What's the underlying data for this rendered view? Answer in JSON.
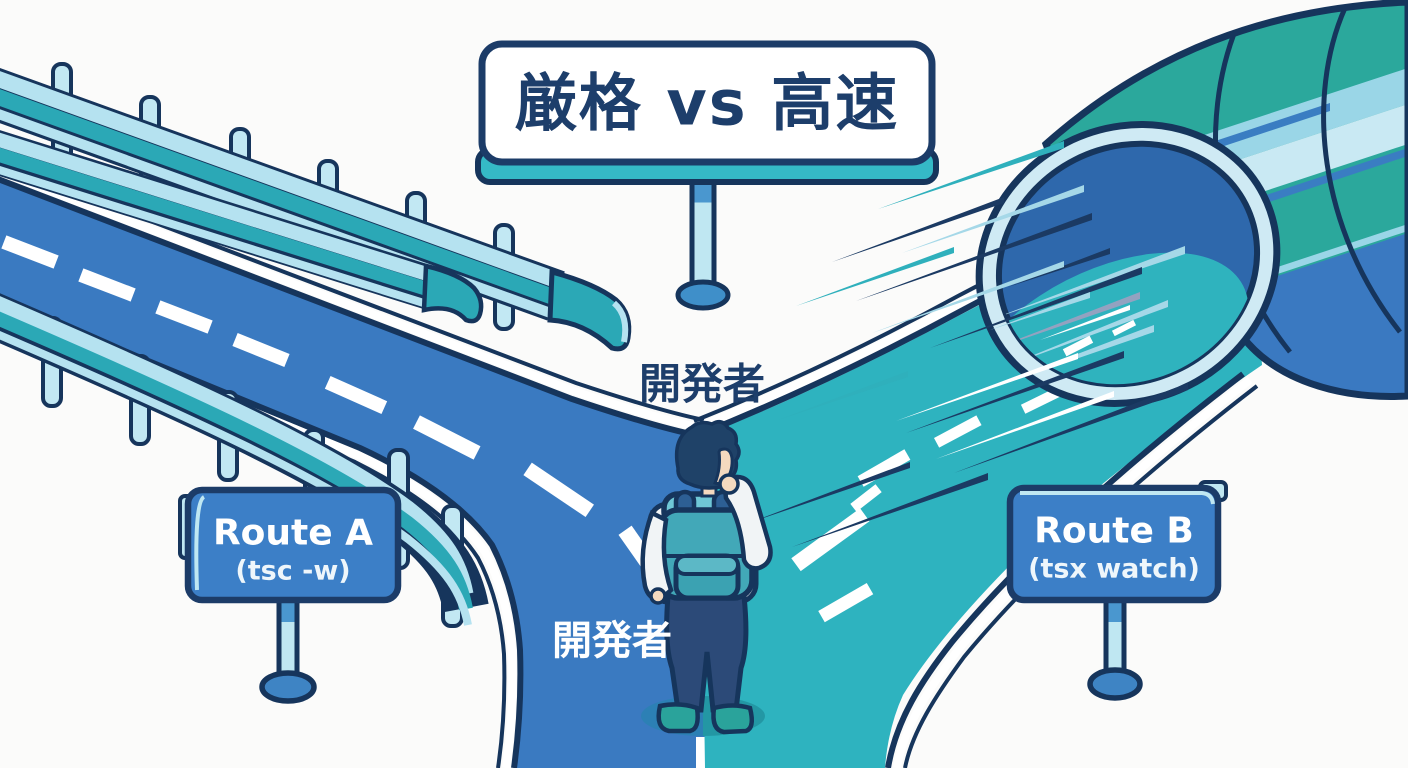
{
  "scene": {
    "title_sign": {
      "label": "厳格 vs 高速"
    },
    "fork_labels": {
      "top": "開発者",
      "bottom": "開発者"
    },
    "route_a_sign": {
      "title": "Route A",
      "subtitle": "(tsc -w)"
    },
    "route_b_sign": {
      "title": "Route B",
      "subtitle": "(tsx watch)"
    },
    "roads": {
      "left_color": "#3a7ac1",
      "right_color": "#2eb3bf"
    },
    "colors": {
      "outline_navy": "#16355c",
      "text_navy": "#1d3e6b",
      "sign_blue": "#3c7fc7",
      "sign_post_light": "#bfe7f2",
      "sign_teal_edge": "#35b9c6",
      "guardrail_light": "#b5e2f0",
      "guardrail_teal": "#2ba8b6",
      "tunnel_teal": "#2ba89c",
      "tunnel_band_light": "#9ad6e7",
      "tunnel_band_pale": "#c9e9f3",
      "tunnel_band_blue": "#3a79c1",
      "tunnel_interior": "#2e68ac",
      "tunnel_rim": "#cfeaf4",
      "speed_navy": "#1b3a63",
      "speed_teal": "#2fb0bc",
      "speed_light": "#a5d8e8",
      "skin": "#f4d9bf",
      "shirt": "#f1f4f6",
      "backpack_teal": "#42a8b8",
      "backpack_flap": "#6fc7d6",
      "pants_navy": "#2c4a78",
      "shoe_teal": "#2aa39b",
      "shadow_blue": "#2c80b5",
      "shadow_teal": "#2397a4"
    }
  }
}
